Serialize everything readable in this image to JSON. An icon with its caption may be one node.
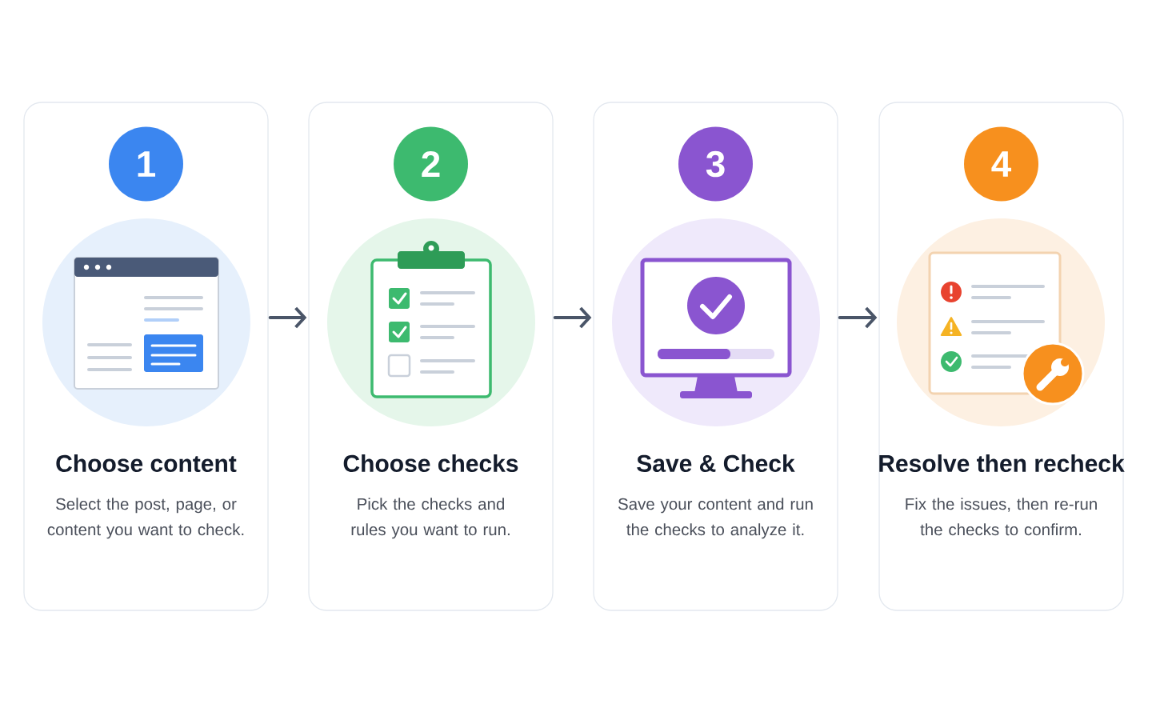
{
  "diagram": {
    "nodes": [
      {
        "text": [
          "Choose content",
          "Select the post, page, or content you want to check."
        ]
      },
      {
        "text": [
          "1"
        ],
        "in": 0
      },
      {
        "text": [
          "Choose checks",
          "Pick the checks and rules you want to run."
        ]
      },
      {
        "text": [
          "2"
        ],
        "in": 2
      },
      {
        "text": [
          "Save & Check",
          "Save your content and run the checks to analyze it."
        ]
      },
      {
        "text": [
          "3"
        ],
        "in": 4
      },
      {
        "text": [
          "Resolve then recheck",
          "Fix the issues, then re-run the checks to confirm."
        ]
      },
      {
        "text": [
          "4"
        ],
        "in": 6
      }
    ],
    "edges": [
      {
        "from": 0,
        "to": 2,
        "arrow": "to"
      },
      {
        "from": 2,
        "to": 4,
        "arrow": "to"
      },
      {
        "from": 4,
        "to": 6,
        "arrow": "to"
      }
    ]
  }
}
